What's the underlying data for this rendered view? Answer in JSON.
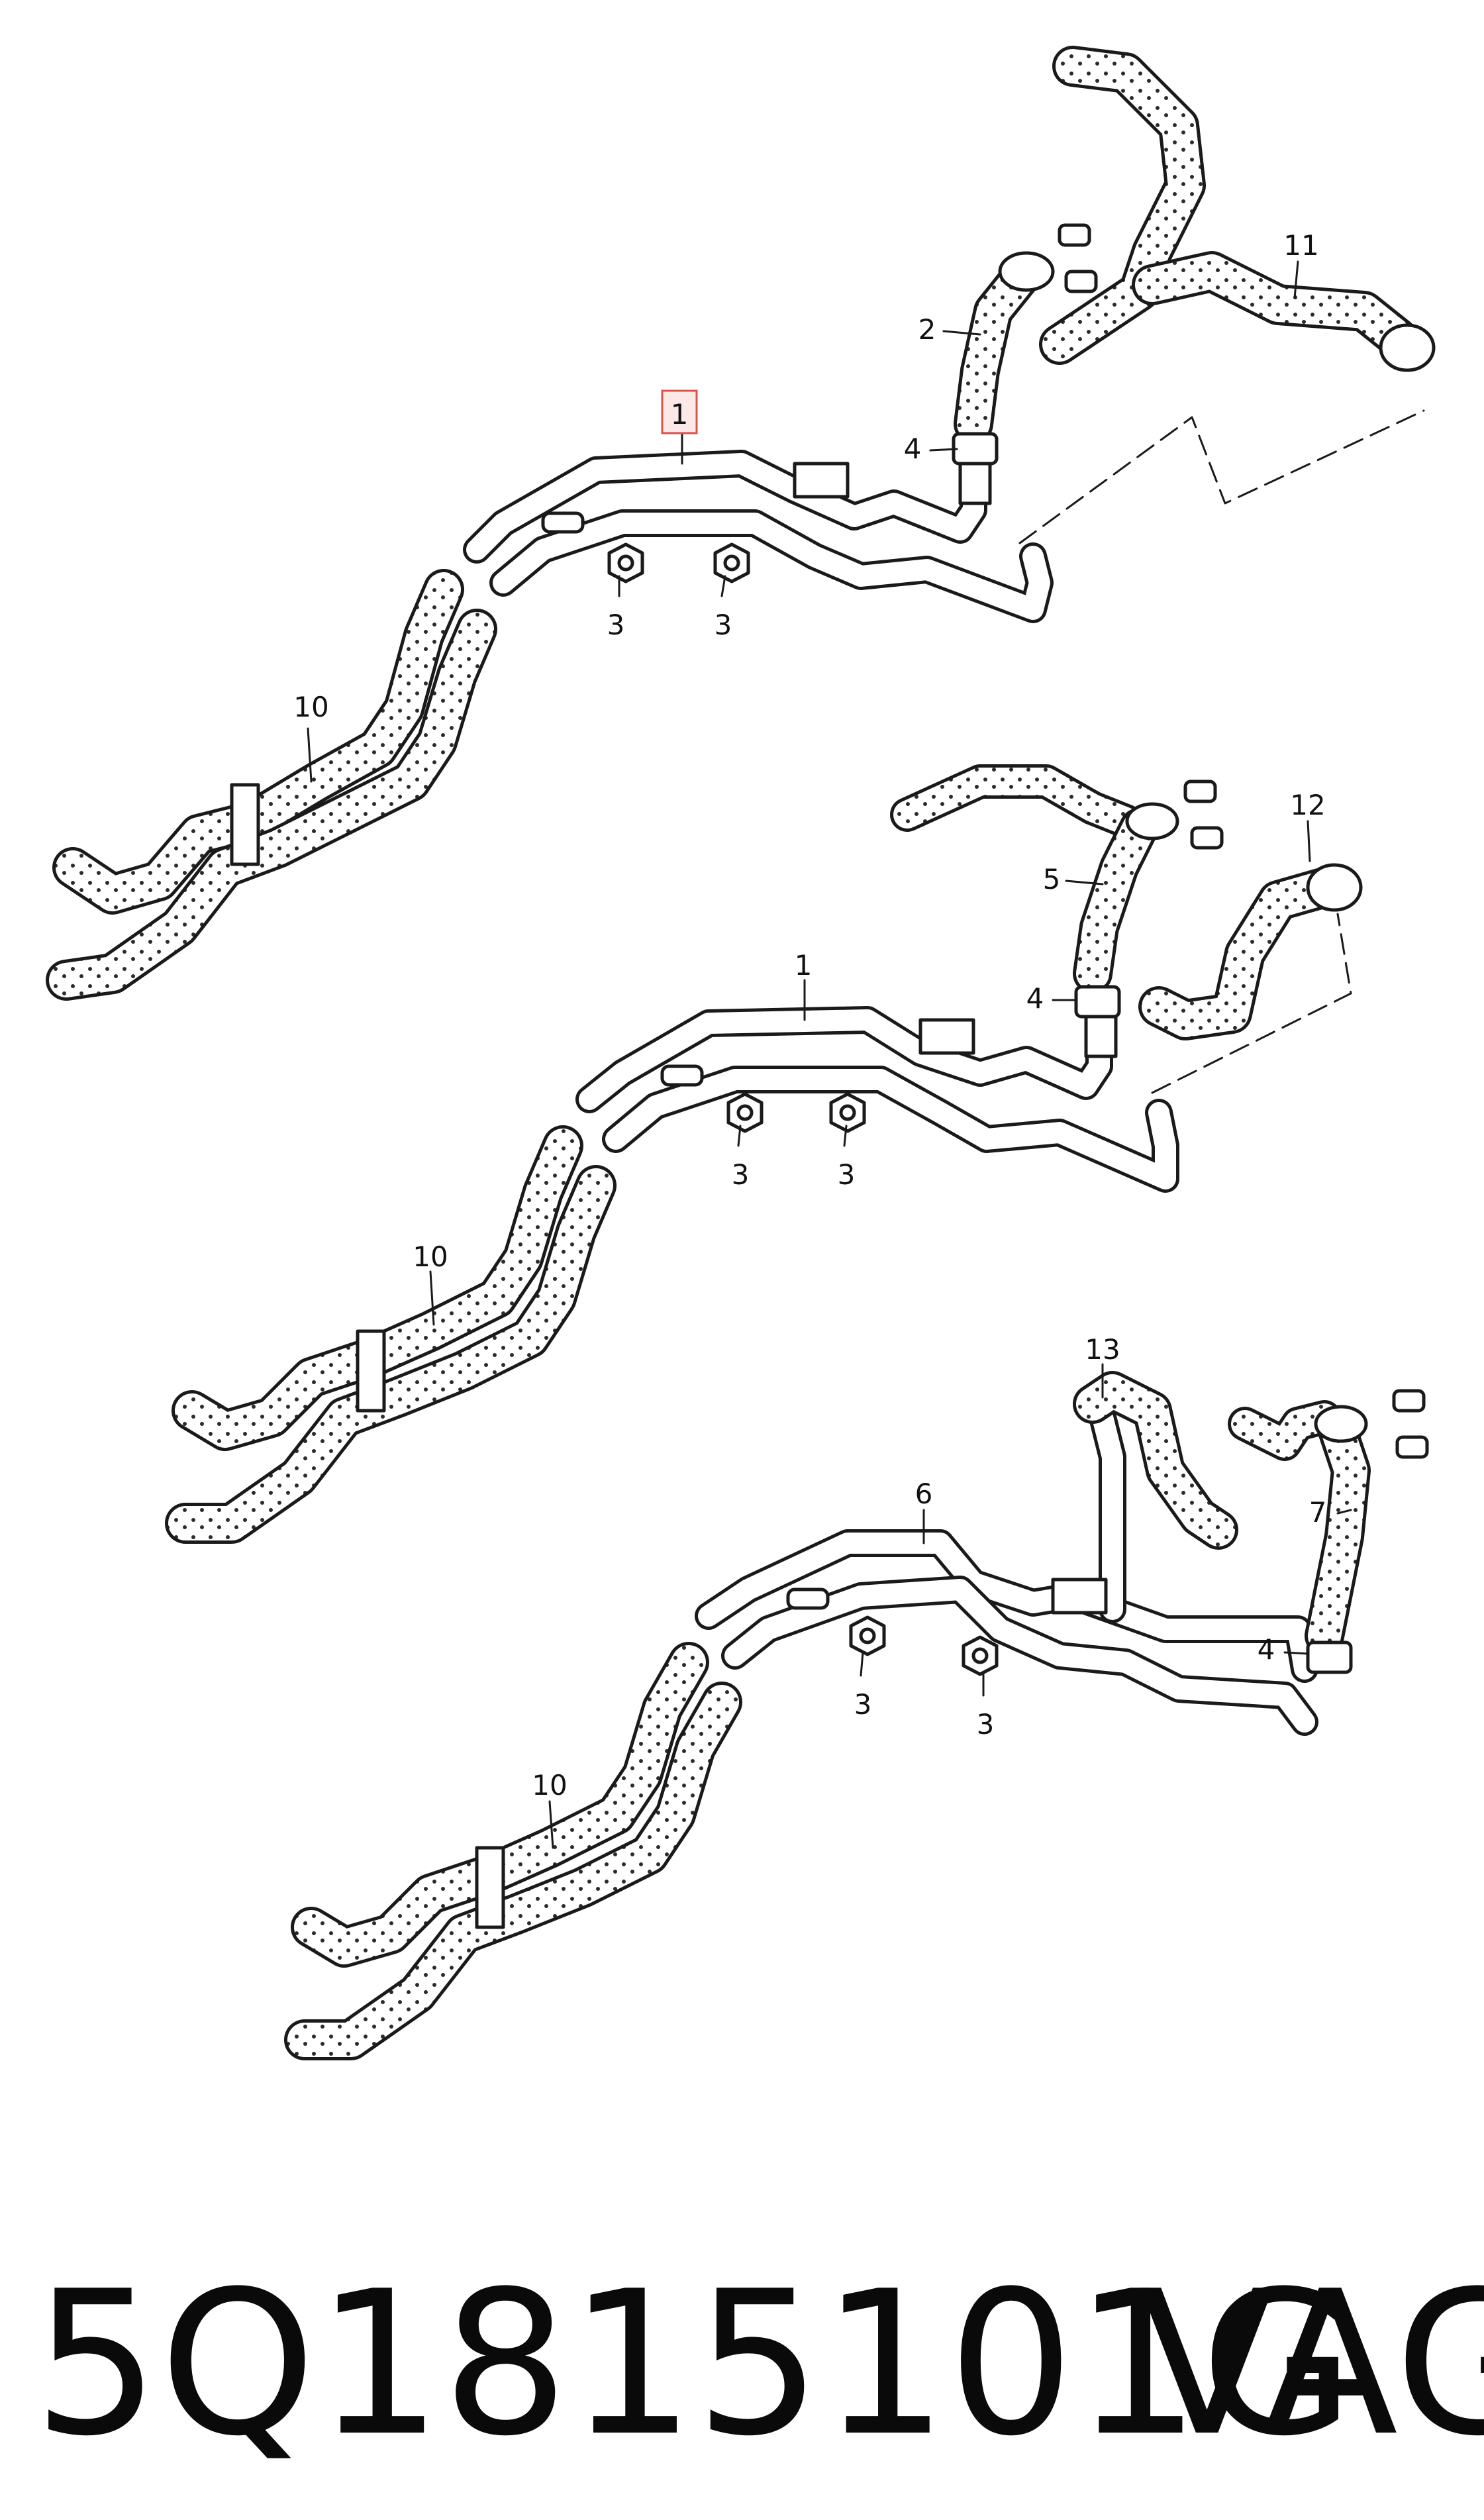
{
  "callouts": [
    {
      "id": "c1a",
      "text": "1",
      "highlighted": true
    },
    {
      "id": "c2",
      "text": "2"
    },
    {
      "id": "c3a",
      "text": "3"
    },
    {
      "id": "c3b",
      "text": "3"
    },
    {
      "id": "c4a",
      "text": "4"
    },
    {
      "id": "c10a",
      "text": "10"
    },
    {
      "id": "c11",
      "text": "11"
    },
    {
      "id": "c1b",
      "text": "1"
    },
    {
      "id": "c3c",
      "text": "3"
    },
    {
      "id": "c3d",
      "text": "3"
    },
    {
      "id": "c4b",
      "text": "4"
    },
    {
      "id": "c5",
      "text": "5"
    },
    {
      "id": "c10b",
      "text": "10"
    },
    {
      "id": "c12",
      "text": "12"
    },
    {
      "id": "c6",
      "text": "6"
    },
    {
      "id": "c3e",
      "text": "3"
    },
    {
      "id": "c3f",
      "text": "3"
    },
    {
      "id": "c4c",
      "text": "4"
    },
    {
      "id": "c7",
      "text": "7"
    },
    {
      "id": "c10c",
      "text": "10"
    },
    {
      "id": "c13",
      "text": "13"
    }
  ],
  "footer": {
    "part_number": "5Q1815101G",
    "brand": "VAG"
  },
  "colors": {
    "line": "#1a1a1a",
    "highlight_box": "#d9534f",
    "highlight_fill": "#fde8e8",
    "dot": "#2b2b2b"
  }
}
